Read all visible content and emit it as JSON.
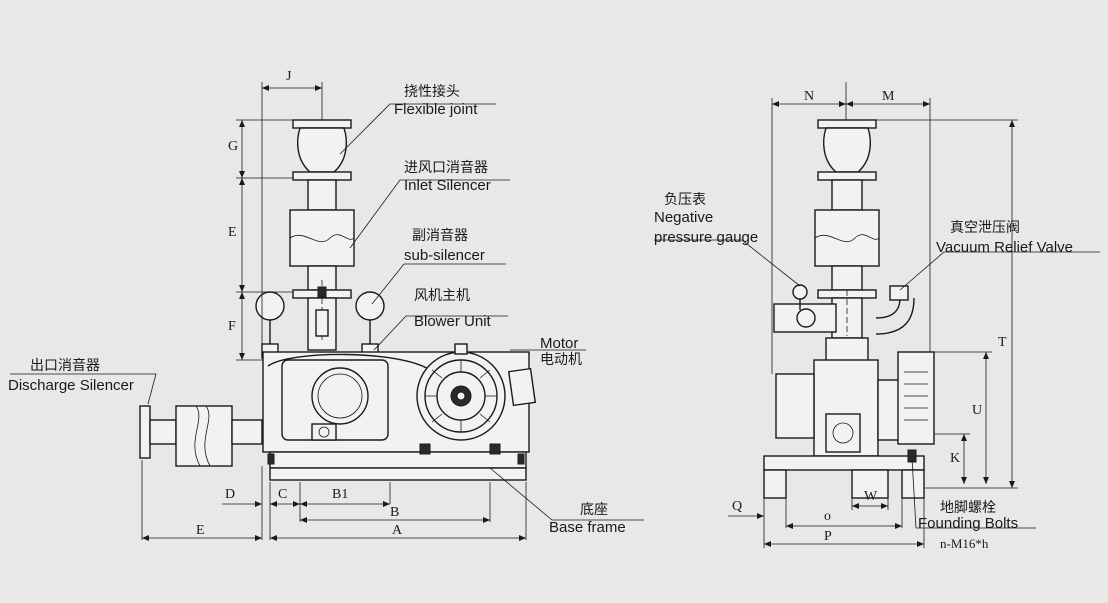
{
  "labels": {
    "flexible_joint_cn": "挠性接头",
    "flexible_joint_en": "Flexible joint",
    "inlet_silencer_cn": "进风口消音器",
    "inlet_silencer_en": "Inlet Silencer",
    "sub_silencer_cn": "副消音器",
    "sub_silencer_en": "sub-silencer",
    "blower_unit_cn": "风机主机",
    "blower_unit_en": "Blower Unit",
    "motor_en": "Motor",
    "motor_cn": "电动机",
    "discharge_silencer_cn": "出口消音器",
    "discharge_silencer_en": "Discharge Silencer",
    "base_frame_cn": "底座",
    "base_frame_en": "Base frame",
    "negative_gauge_cn": "负压表",
    "negative_gauge_en_1": "Negative",
    "negative_gauge_en_2": "pressure gauge",
    "vacuum_relief_cn": "真空泄压阀",
    "vacuum_relief_en": "Vacuum Relief Valve",
    "founding_bolts_cn": "地脚螺栓",
    "founding_bolts_en": "Founding Bolts",
    "bolt_spec": "n-M16*h"
  },
  "dimensions": {
    "J": "J",
    "G": "G",
    "E_vertical": "E",
    "F": "F",
    "D": "D",
    "C": "C",
    "B1": "B1",
    "B": "B",
    "A": "A",
    "E_horizontal": "E",
    "N": "N",
    "M": "M",
    "T": "T",
    "U": "U",
    "K": "K",
    "Q": "Q",
    "W": "W",
    "O": "o",
    "P": "P"
  },
  "colors": {
    "background": "#e8e8e8",
    "line": "#1a1a1a"
  }
}
